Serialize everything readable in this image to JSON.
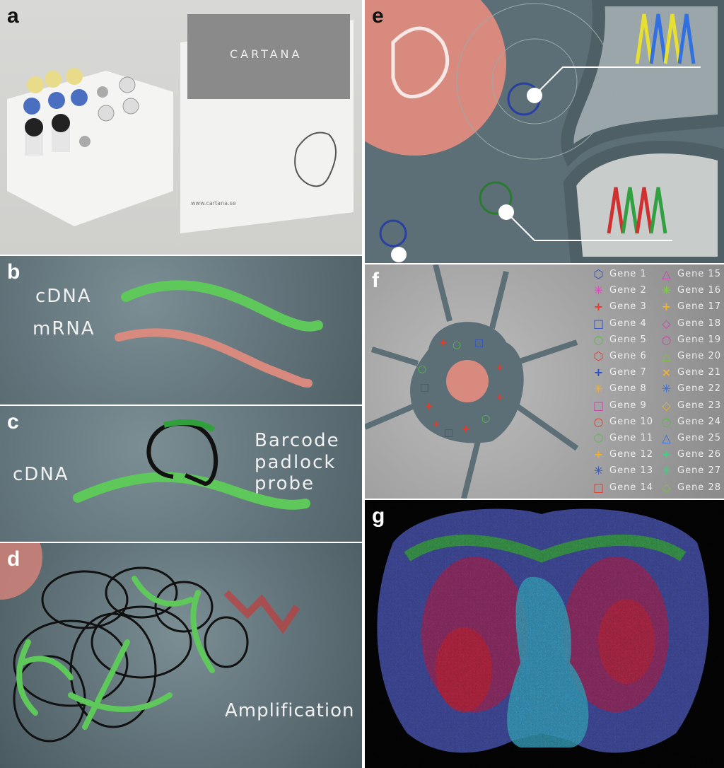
{
  "panels": {
    "a": {
      "label": "a",
      "box_brand": "CARTANA",
      "box_url": "www.cartana.se"
    },
    "b": {
      "label": "b",
      "cdna": "cDNA",
      "mrna": "mRNA"
    },
    "c": {
      "label": "c",
      "cdna": "cDNA",
      "probe": "Barcode\npadlock\nprobe"
    },
    "d": {
      "label": "d",
      "caption": "Amplification"
    },
    "e": {
      "label": "e"
    },
    "f": {
      "label": "f"
    },
    "g": {
      "label": "g"
    }
  },
  "legend": [
    {
      "name": "Gene 1",
      "marker": "⬡",
      "color": "#3050c8"
    },
    {
      "name": "Gene 2",
      "marker": "✳",
      "color": "#e040c0"
    },
    {
      "name": "Gene 3",
      "marker": "+",
      "color": "#e83a2a"
    },
    {
      "name": "Gene 4",
      "marker": "□",
      "color": "#3050c8"
    },
    {
      "name": "Gene 5",
      "marker": "○",
      "color": "#50c040"
    },
    {
      "name": "Gene 6",
      "marker": "⬡",
      "color": "#e83a2a"
    },
    {
      "name": "Gene 7",
      "marker": "+",
      "color": "#3050c8"
    },
    {
      "name": "Gene 8",
      "marker": "✳",
      "color": "#f0b030"
    },
    {
      "name": "Gene 9",
      "marker": "□",
      "color": "#d040b0"
    },
    {
      "name": "Gene 10",
      "marker": "○",
      "color": "#e83a2a"
    },
    {
      "name": "Gene 11",
      "marker": "⬡",
      "color": "#50c040"
    },
    {
      "name": "Gene 12",
      "marker": "+",
      "color": "#f0b030"
    },
    {
      "name": "Gene 13",
      "marker": "✳",
      "color": "#3050c8"
    },
    {
      "name": "Gene 14",
      "marker": "□",
      "color": "#e83a2a"
    },
    {
      "name": "Gene 15",
      "marker": "△",
      "color": "#d040b0"
    },
    {
      "name": "Gene 16",
      "marker": "✳",
      "color": "#80d040"
    },
    {
      "name": "Gene 17",
      "marker": "+",
      "color": "#f0b030"
    },
    {
      "name": "Gene 18",
      "marker": "◇",
      "color": "#d040b0"
    },
    {
      "name": "Gene 19",
      "marker": "○",
      "color": "#d040b0"
    },
    {
      "name": "Gene 20",
      "marker": "△",
      "color": "#80c040"
    },
    {
      "name": "Gene 21",
      "marker": "×",
      "color": "#f0b030"
    },
    {
      "name": "Gene 22",
      "marker": "✳",
      "color": "#3070e0"
    },
    {
      "name": "Gene 23",
      "marker": "◇",
      "color": "#f0b030"
    },
    {
      "name": "Gene 24",
      "marker": "○",
      "color": "#50c040"
    },
    {
      "name": "Gene 25",
      "marker": "△",
      "color": "#3070e0"
    },
    {
      "name": "Gene 26",
      "marker": "+",
      "color": "#40d080"
    },
    {
      "name": "Gene 27",
      "marker": "✳",
      "color": "#40d080"
    },
    {
      "name": "Gene 28",
      "marker": "◇",
      "color": "#80c040"
    }
  ]
}
